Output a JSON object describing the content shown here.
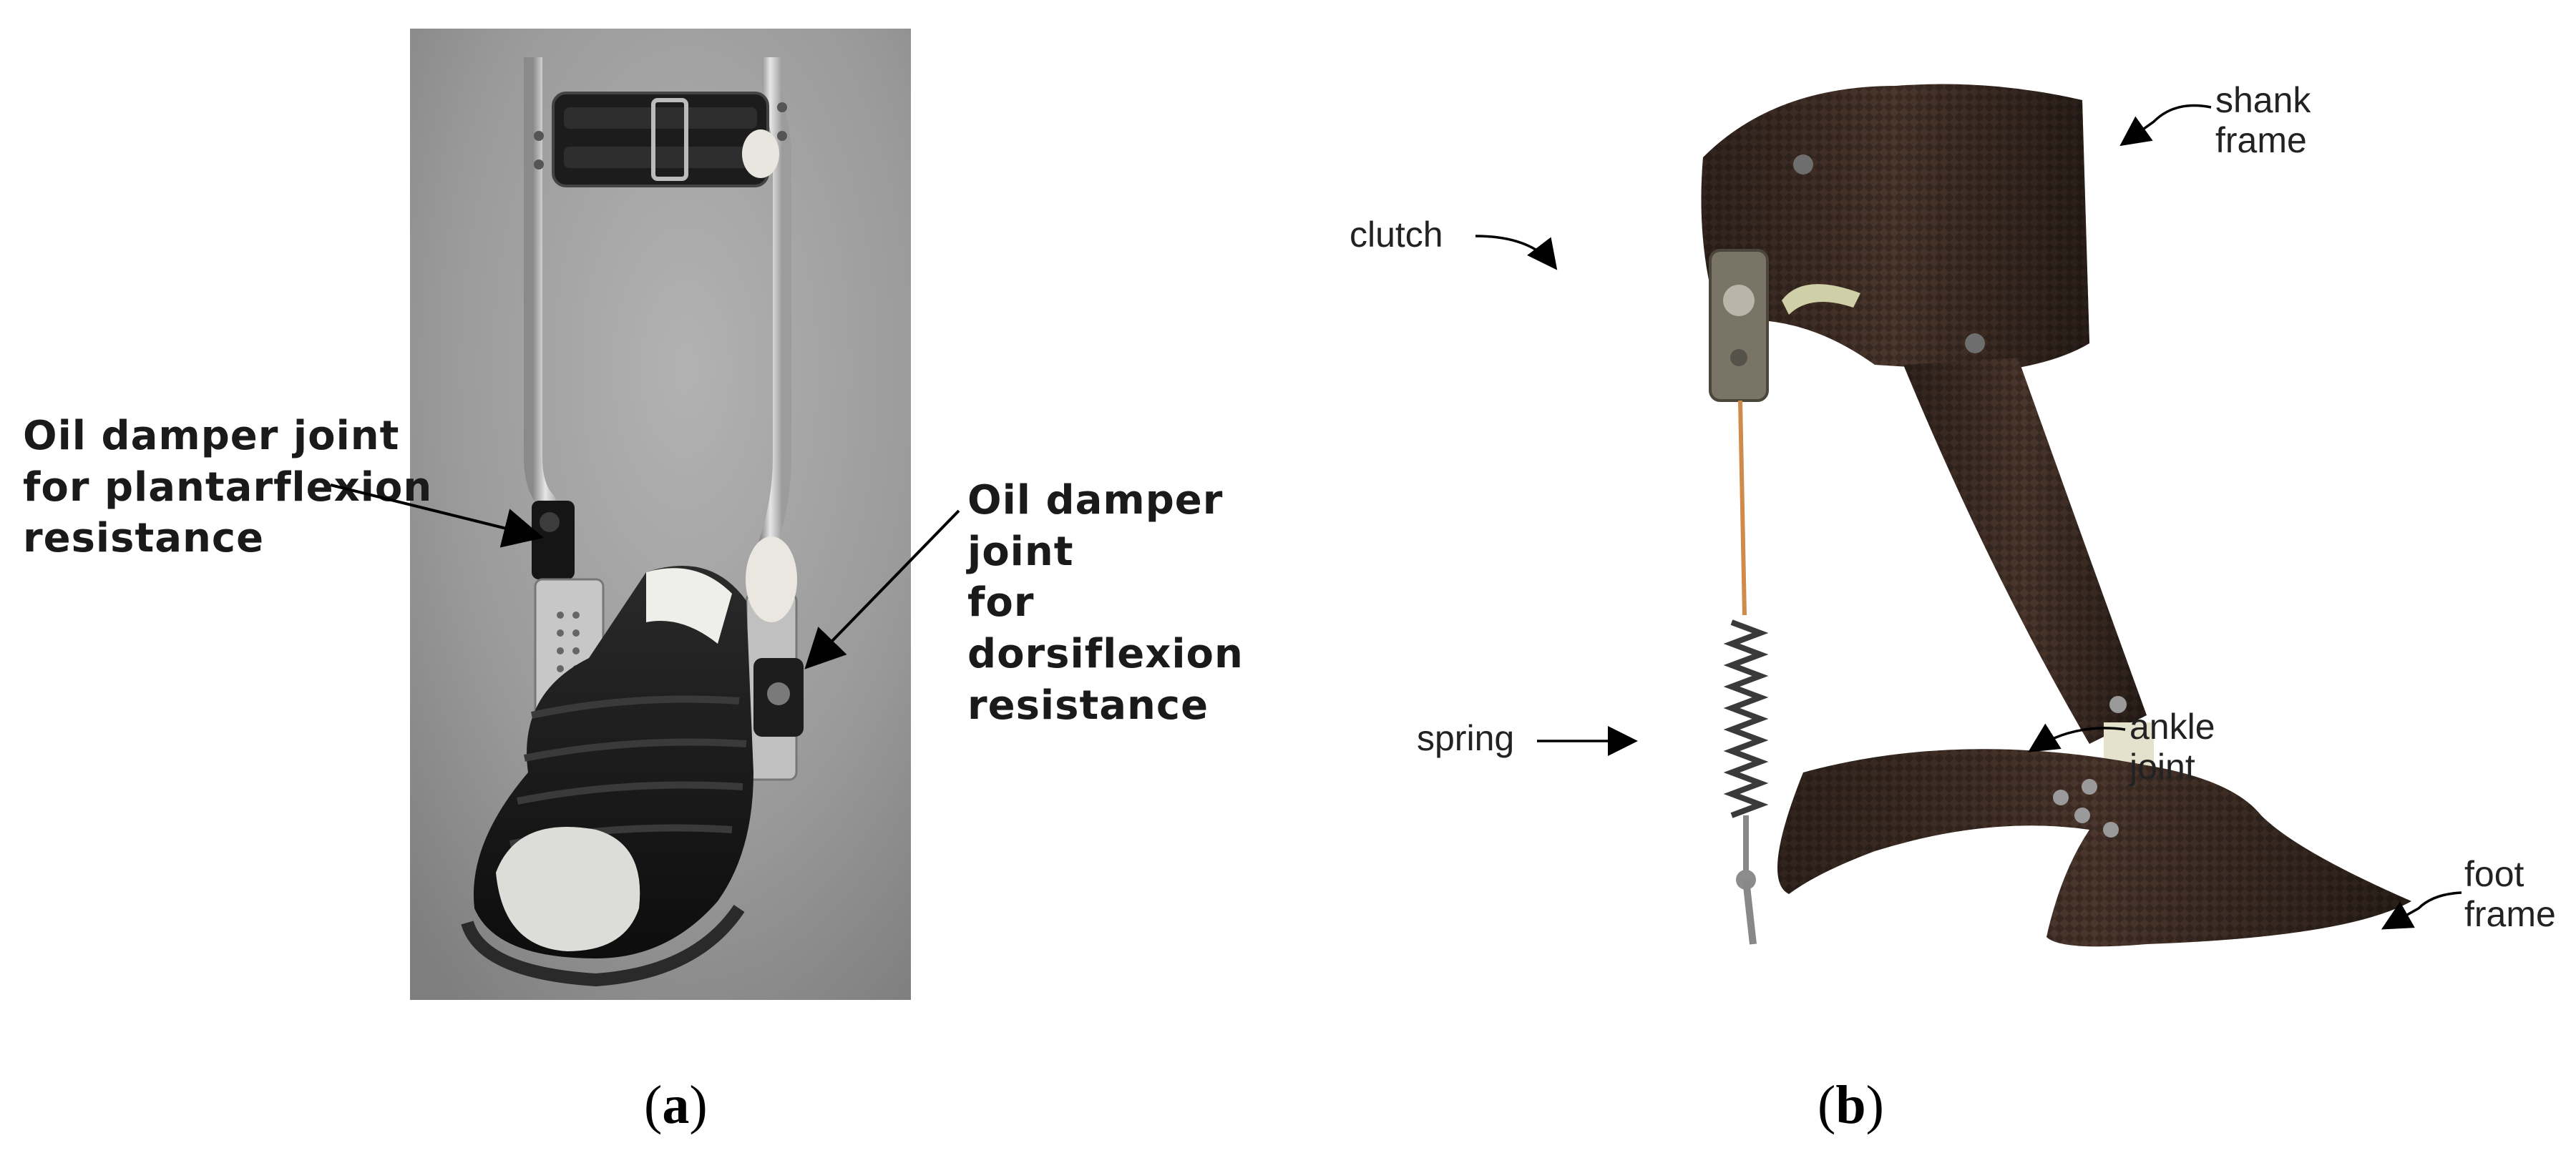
{
  "panel_a": {
    "labels": {
      "plantarflexion": "Oil damper joint\nfor plantarflexion\nresistance",
      "dorsiflexion": "Oil damper joint\nfor dorsiflexion\nresistance"
    },
    "tag": {
      "open": "(",
      "letter": "a",
      "close": ")"
    }
  },
  "panel_b": {
    "labels": {
      "shank_frame": "shank\nframe",
      "clutch": "clutch",
      "spring": "spring",
      "ankle_joint": "ankle\njoint",
      "foot_frame": "foot\nframe"
    },
    "tag": {
      "open": "(",
      "letter": "b",
      "close": ")"
    }
  },
  "colors": {
    "photo_background_a": "#9a9a9a",
    "carbon_fiber": "#3a2a22",
    "metal": "#bdbdbd",
    "spring_wire": "#d08a4a"
  }
}
